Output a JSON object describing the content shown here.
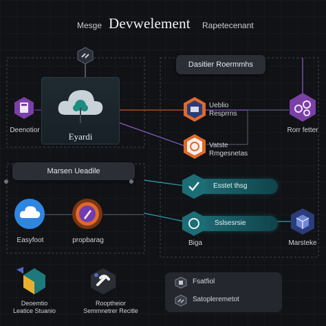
{
  "header": {
    "left_text": "Mesge",
    "title": "Devwelement",
    "right_text": "Rapetecenant"
  },
  "top_right_pill": "Dasitier Roermmhs",
  "middle_left_pill": "Marsen Ueadile",
  "cloud": {
    "label": "Eyardi"
  },
  "left_node": {
    "label": "Deenotior"
  },
  "right_node": {
    "label": "Rorr fetter"
  },
  "middle_nodes": [
    {
      "label_line1": "Ueblio",
      "label_line2": "Resprrns"
    },
    {
      "label_line1": "Vatste",
      "label_line2": "Rmgesnetas"
    }
  ],
  "teal_bars": [
    {
      "label": "Esstet thsg"
    },
    {
      "label": "Sslsesrsie"
    }
  ],
  "bottom_left_nodes": [
    {
      "label": "Easyfoot"
    },
    {
      "label": "propbarag"
    }
  ],
  "bottom_right": {
    "hex_label": "Biga",
    "node_label": "Marsteke"
  },
  "legend_items": [
    {
      "line1": "Deoemtio",
      "line2": "Leatice Stuanio"
    },
    {
      "line1": "Rooptheior",
      "line2": "Semmnetrer Recitle"
    }
  ],
  "panel_items": [
    {
      "label": "Fsatfiol"
    },
    {
      "label": "Satopleremetot"
    }
  ],
  "colors": {
    "background": "#101216",
    "teal": "#1f6e77",
    "orange": "#e0692a",
    "purple": "#7b3fa8",
    "blue": "#2f86e0",
    "navy": "#2b3c7a"
  },
  "icons": [
    "link-icon",
    "cloud-icon",
    "tree-icon",
    "calculator-icon",
    "molecule-icon",
    "building-icon",
    "target-icon",
    "check-icon",
    "refresh-icon",
    "pen-icon",
    "cube-icon",
    "shape-icon",
    "gear-icon"
  ]
}
